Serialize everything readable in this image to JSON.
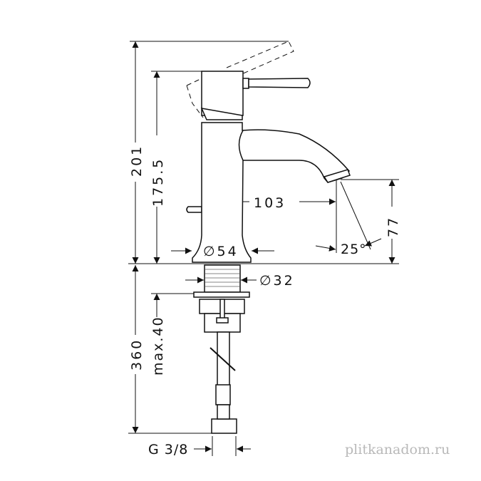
{
  "dimensions": {
    "total_height": "201",
    "lever_height": "175.5",
    "spout_reach": "103",
    "spout_height": "77",
    "spout_angle": "25°",
    "base_diameter": "∅54",
    "shank_diameter": "∅32",
    "hose_length": "360",
    "max_counter_thickness": "max.40",
    "connection_thread": "G 3/8"
  },
  "watermark": "plitkanadom.ru"
}
